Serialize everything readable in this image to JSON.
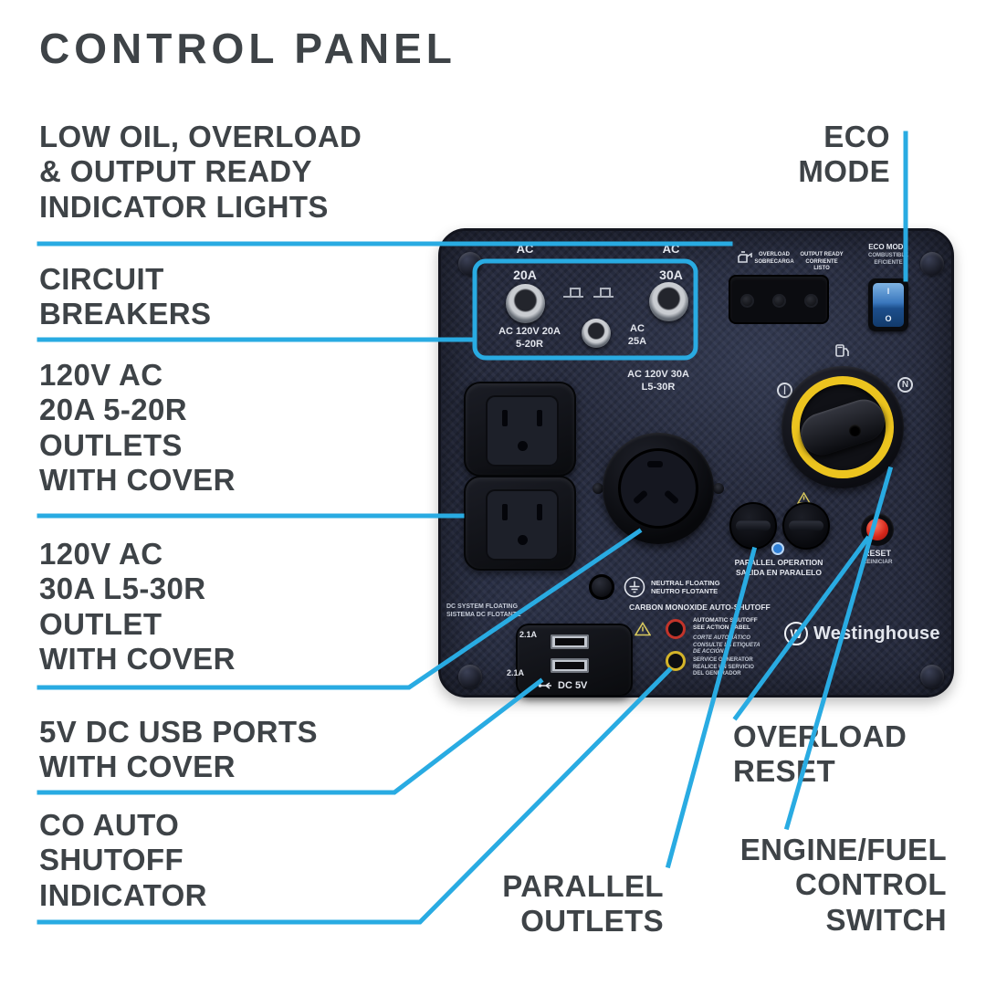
{
  "title": "CONTROL PANEL",
  "colors": {
    "accent_cyan": "#29ABE2",
    "label_text": "#3E4347",
    "panel_background": "#272C3F",
    "knob_ring_yellow": "#ECC41F",
    "reset_red": "#D3261A",
    "eco_switch_blue": "#3A77BD"
  },
  "callouts": {
    "indicator_lights": "LOW OIL, OVERLOAD\n& OUTPUT READY\nINDICATOR LIGHTS",
    "circuit_breakers": "CIRCUIT\nBREAKERS",
    "outlets_120v_20a": "120V AC\n20A 5-20R\nOUTLETS\nWITH COVER",
    "outlet_120v_30a": "120V AC\n30A L5-30R\nOUTLET\nWITH COVER",
    "usb_ports": "5V DC USB PORTS\nWITH COVER",
    "co_shutoff": "CO AUTO\nSHUTOFF\nINDICATOR",
    "eco_mode": "ECO\nMODE",
    "overload_reset": "OVERLOAD\nRESET",
    "engine_fuel": "ENGINE/FUEL\nCONTROL\nSWITCH",
    "parallel_outlets": "PARALLEL\nOUTLETS"
  },
  "panel": {
    "ac_left": "AC",
    "ac_right": "AC",
    "breaker_20a": "20A",
    "breaker_30a": "30A",
    "breaker_20a_sub": "AC 120V 20A\n5-20R",
    "breaker_25a_sub": "AC\n25A",
    "overload_light": "OVERLOAD\nSOBRECARGA",
    "output_ready_light": "OUTPUT READY\nCORRIENTE LISTO",
    "eco_switch_title": "ECO MODE",
    "eco_switch_sub": "COMBUSTIBLE\nEFICIENTE",
    "switch_on": "I",
    "switch_off": "O",
    "outlet_30a": "AC 120V 30A\nL5-30R",
    "parallel_operation": "PARALLEL OPERATION\nSALIDA EN PARALELO",
    "reset_title": "RESET",
    "reset_sub": "REINICIAR",
    "neutral": "NEUTRAL FLOATING\nNEUTRO FLOTANTE",
    "dc_system": "DC SYSTEM FLOATING\nSISTEMA DC FLOTANTE",
    "co_title": "CARBON MONOXIDE AUTO-SHUTOFF",
    "co_auto": "AUTOMATIC SHUTOFF\nSEE ACTION LABEL",
    "co_corte": "CORTE AUTOMÁTICO\nCONSULTE LA ETIQUETA\nDE ACCIÓN",
    "co_service": "SERVICE GENERATOR\nREALICE UN SERVICIO\nDEL GENERADOR",
    "usb_amp_top": "2.1A",
    "usb_amp_bottom": "2.1A",
    "usb_dc": "DC 5V",
    "brand_mark": "W",
    "brand": "Westinghouse"
  }
}
